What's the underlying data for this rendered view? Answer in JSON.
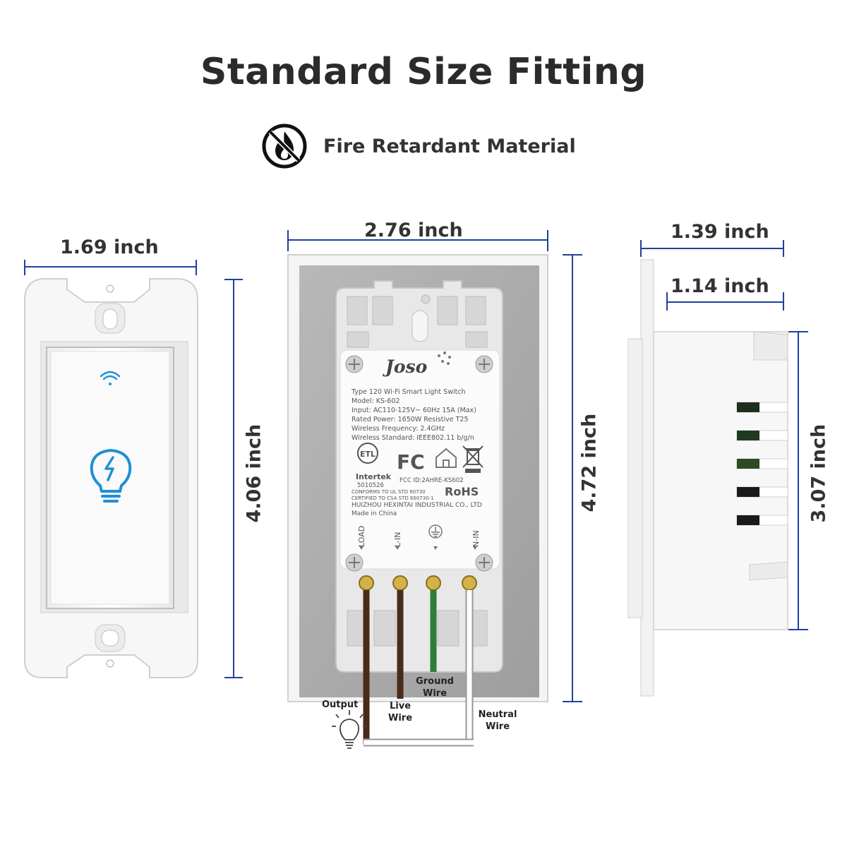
{
  "title": "Standard Size Fitting",
  "feature": {
    "icon": "no-fire-icon",
    "label": "Fire Retardant Material"
  },
  "dimensions": {
    "front_width": "1.69 inch",
    "front_height": "4.06 inch",
    "plate_width": "2.76 inch",
    "plate_height": "4.72 inch",
    "side_width": "1.39 inch",
    "side_depth": "1.14 inch",
    "side_height": "3.07 inch"
  },
  "label_sticker": {
    "brand": "Joso",
    "lines": [
      "Type 120 Wi-Fi Smart Light Switch",
      "Model: KS-602",
      "Input: AC110-125V~ 60Hz 15A (Max)",
      "Rated Power: 1650W  Resistive T25",
      "Wireless Frequency: 2.4GHz",
      "Wireless Standard: IEEE802.11 b/g/n"
    ],
    "cert_mark": "ETL",
    "cert_sub": "Intertek",
    "cert_number": "5010526",
    "fcc": "FC",
    "fcc_id": "FCC ID:2AHRE-KS602",
    "rohs": "RoHS",
    "conforms": "CONFORMS TO UL STD 60730",
    "certified": "CERTIFIED TO CSA STD E60730-1",
    "manufacturer": "HUIZHOU HEXINTAI INDUSTRIAL CO., LTD",
    "made_in": "Made in China"
  },
  "terminals": [
    "LOAD",
    "L-IN",
    "N-IN"
  ],
  "wires": {
    "output": "Output",
    "live": [
      "Live",
      "Wire"
    ],
    "ground": [
      "Ground",
      "Wire"
    ],
    "neutral": [
      "Neutral",
      "Wire"
    ]
  },
  "colors": {
    "dimension_line": "#1f3fa0",
    "accent_blue": "#1e90d6",
    "brown_wire": "#4a2a1a",
    "green_wire": "#2e7d3a",
    "plate_gray": "#a9a9a9"
  }
}
